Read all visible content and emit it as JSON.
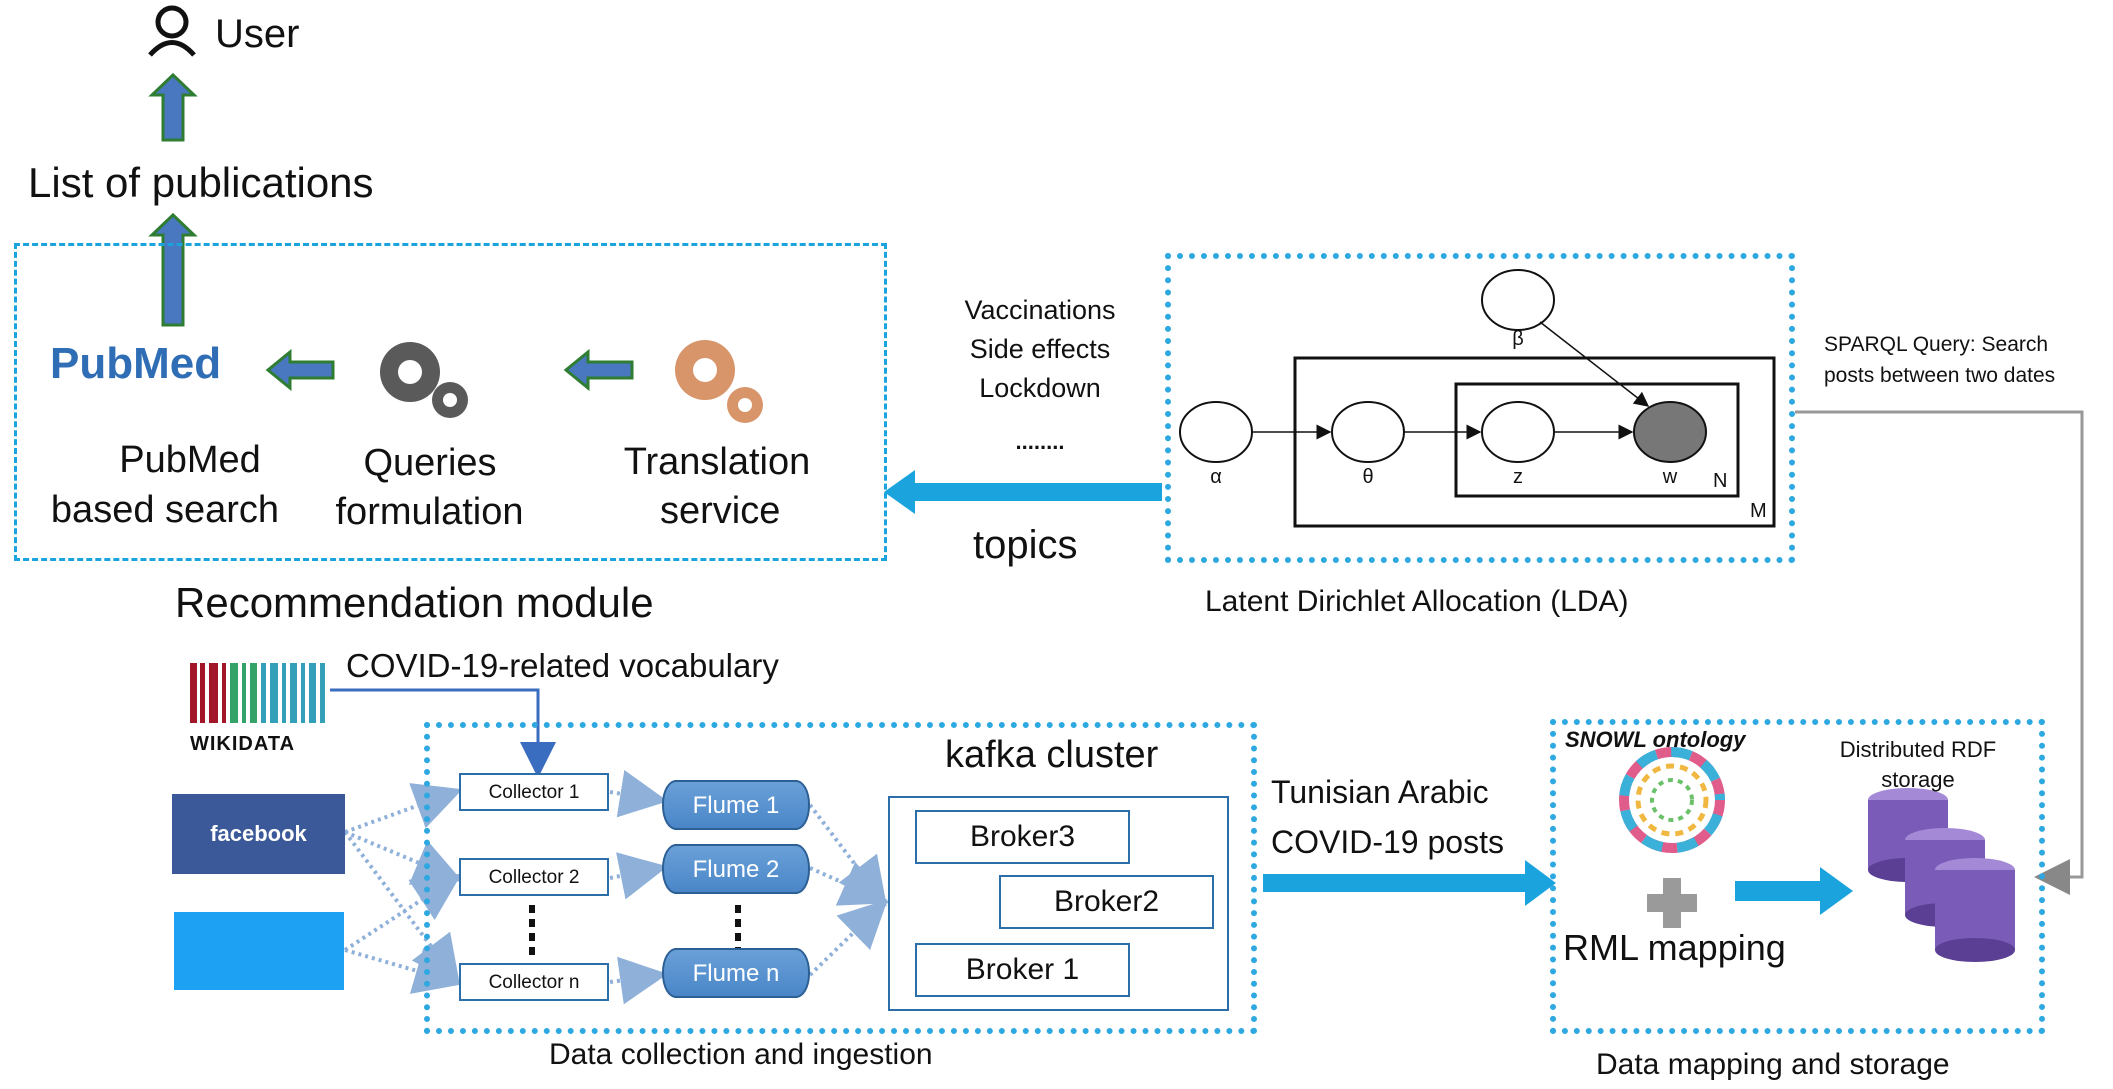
{
  "user": {
    "label": "User",
    "icon": "user-icon"
  },
  "publications": {
    "label": "List of publications"
  },
  "recommendation": {
    "title": "Recommendation module",
    "pubmed": {
      "logo": "PubMed",
      "label_line1": "PubMed",
      "label_line2": "based search"
    },
    "queries": {
      "label_line1": "Queries",
      "label_line2": "formulation",
      "icon": "gears-icon"
    },
    "translation": {
      "label_line1": "Translation",
      "label_line2": "service",
      "icon": "gears-icon"
    }
  },
  "topics": {
    "items": [
      "Vaccinations",
      "Side effects",
      "Lockdown",
      "........"
    ],
    "label": "topics"
  },
  "lda": {
    "title": "Latent Dirichlet Allocation (LDA)",
    "nodes": {
      "beta": "β",
      "alpha": "α",
      "theta": "θ",
      "z": "z",
      "w": "w"
    },
    "plates": {
      "inner": "N",
      "outer": "M"
    }
  },
  "sparql": {
    "line1": "SPARQL Query: Search",
    "line2": "posts between two dates"
  },
  "sources": {
    "wikidata": "WIKIDATA",
    "facebook": "facebook",
    "twitter_icon": "twitter-bird-icon",
    "vocabulary": "COVID-19-related vocabulary"
  },
  "collection": {
    "title": "Data collection and ingestion",
    "collectors": [
      "Collector 1",
      "Collector 2",
      "Collector n"
    ],
    "flumes": [
      "Flume 1",
      "Flume 2",
      "Flume n"
    ],
    "kafka": {
      "title": "kafka cluster",
      "brokers": [
        "Broker3",
        "Broker2",
        "Broker 1"
      ]
    }
  },
  "posts": {
    "line1": "Tunisian Arabic",
    "line2": "COVID-19 posts"
  },
  "mapping": {
    "title": "Data mapping and storage",
    "ontology": "SNOWL ontology",
    "rml": "RML mapping",
    "storage_line1": "Distributed RDF",
    "storage_line2": "storage"
  },
  "colors": {
    "accent_blue": "#1ba3de",
    "arrow_green_border": "#2e7d32",
    "arrow_fill": "#4a78c0",
    "gear_gray": "#5a5a5a",
    "gear_orange": "#d8956a",
    "storage_purple": "#8a6fc4"
  }
}
